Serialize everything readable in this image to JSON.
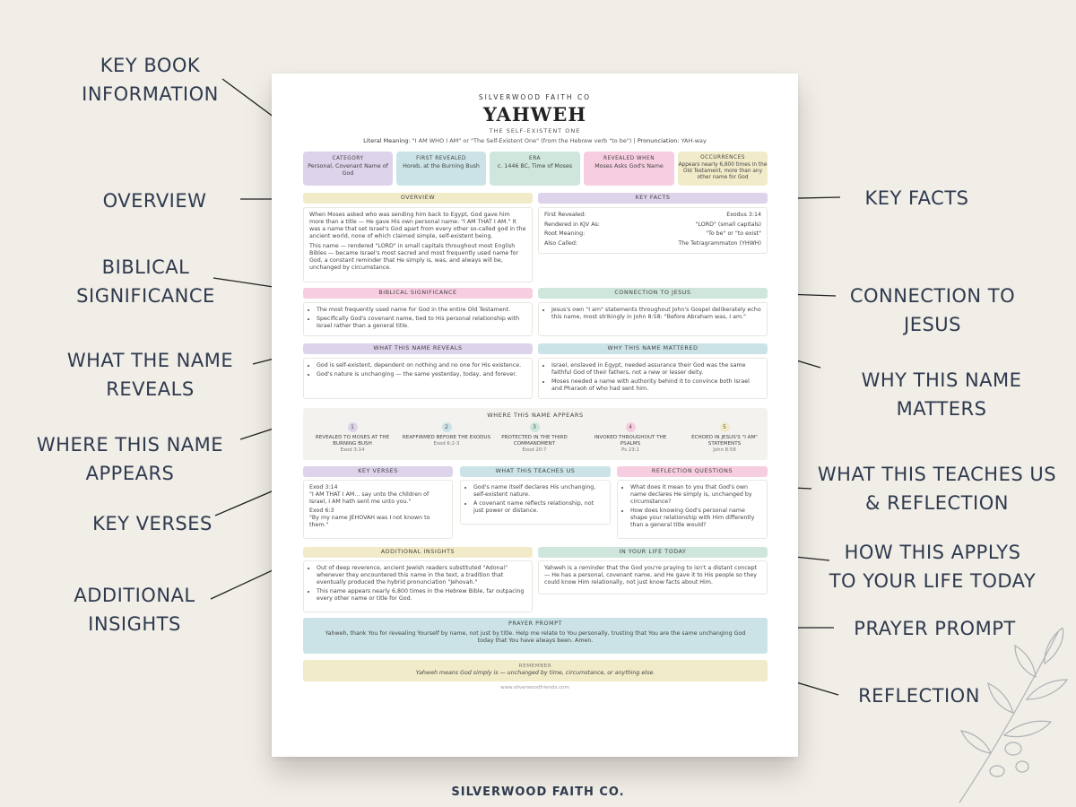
{
  "callouts": {
    "key_book": [
      "KEY BOOK",
      "INFORMATION"
    ],
    "overview": "OVERVIEW",
    "biblical": [
      "BIBLICAL",
      "SIGNIFICANCE"
    ],
    "what_reveals": [
      "WHAT THE NAME",
      "REVEALS"
    ],
    "where_appears": [
      "WHERE THIS NAME",
      "APPEARS"
    ],
    "key_verses": "KEY VERSES",
    "additional": [
      "ADDITIONAL",
      "INSIGHTS"
    ],
    "key_facts": "KEY FACTS",
    "connection": [
      "CONNECTION TO",
      "JESUS"
    ],
    "why_matters": [
      "WHY THIS NAME",
      "MATTERS"
    ],
    "teaches": [
      "WHAT THIS TEACHES US",
      "& REFLECTION"
    ],
    "applys": [
      "HOW THIS APPLYS",
      "TO YOUR LIFE TODAY"
    ],
    "prayer": "PRAYER PROMPT",
    "reflection": "REFLECTION"
  },
  "sheet": {
    "brand": "SILVERWOOD FAITH CO",
    "title": "YAHWEH",
    "subtitle": "THE SELF-EXISTENT ONE",
    "literal_label": "Literal Meaning:",
    "literal_value": "\"I AM WHO I AM\" or \"The Self-Existent One\" (from the Hebrew verb \"to be\")",
    "separator": "|",
    "pron_label": "Pronunciation:",
    "pron_value": "YAH-way",
    "info": [
      {
        "label": "CATEGORY",
        "value": "Personal, Covenant Name of God"
      },
      {
        "label": "FIRST REVEALED",
        "value": "Horeb, at the Burning Bush"
      },
      {
        "label": "ERA",
        "value": "c. 1446 BC, Time of Moses"
      },
      {
        "label": "REVEALED WHEN",
        "value": "Moses Asks God's Name"
      },
      {
        "label": "OCCURRENCES",
        "value": "Appears nearly 6,800 times in the Old Testament, more than any other name for God"
      }
    ],
    "overview": {
      "heading": "OVERVIEW",
      "p1": "When Moses asked who was sending him back to Egypt, God gave him more than a title — He gave His own personal name: \"I AM THAT I AM.\" It was a name that set Israel's God apart from every other so-called god in the ancient world, none of which claimed simple, self-existent being.",
      "p2": "This name — rendered \"LORD\" in small capitals throughout most English Bibles — became Israel's most sacred and most frequently used name for God, a constant reminder that He simply is, was, and always will be, unchanged by circumstance."
    },
    "key_facts": {
      "heading": "KEY FACTS",
      "rows": [
        {
          "k": "First Revealed:",
          "v": "Exodus 3:14"
        },
        {
          "k": "Rendered in KJV As:",
          "v": "\"LORD\" (small capitals)"
        },
        {
          "k": "Root Meaning:",
          "v": "\"To be\" or \"to exist\""
        },
        {
          "k": "Also Called:",
          "v": "The Tetragrammaton (YHWH)"
        }
      ]
    },
    "biblical": {
      "heading": "BIBLICAL SIGNIFICANCE",
      "items": [
        "The most frequently used name for God in the entire Old Testament.",
        "Specifically God's covenant name, tied to His personal relationship with Israel rather than a general title."
      ]
    },
    "connection": {
      "heading": "CONNECTION TO JESUS",
      "items": [
        "Jesus's own \"I am\" statements throughout John's Gospel deliberately echo this name, most strikingly in John 8:58: \"Before Abraham was, I am.\""
      ]
    },
    "reveals": {
      "heading": "WHAT THIS NAME REVEALS",
      "items": [
        "God is self-existent, dependent on nothing and no one for His existence.",
        "God's nature is unchanging — the same yesterday, today, and forever."
      ]
    },
    "mattered": {
      "heading": "WHY THIS NAME MATTERED",
      "items": [
        "Israel, enslaved in Egypt, needed assurance their God was the same faithful God of their fathers, not a new or lesser deity.",
        "Moses needed a name with authority behind it to convince both Israel and Pharaoh of who had sent him."
      ]
    },
    "appears": {
      "heading": "WHERE THIS NAME APPEARS",
      "items": [
        {
          "n": "1",
          "text": "REVEALED TO MOSES AT THE BURNING BUSH",
          "ref": "Exod 3:14",
          "color": "#ddd3ea"
        },
        {
          "n": "2",
          "text": "REAFFIRMED BEFORE THE EXODUS",
          "ref": "Exod 6:2-3",
          "color": "#cbe3e6"
        },
        {
          "n": "3",
          "text": "PROTECTED IN THE THIRD COMMANDMENT",
          "ref": "Exod 20:7",
          "color": "#cfe6dc"
        },
        {
          "n": "4",
          "text": "INVOKED THROUGHOUT THE PSALMS",
          "ref": "Ps 23:1",
          "color": "#f7cde0"
        },
        {
          "n": "5",
          "text": "ECHOED IN JESUS'S \"I AM\" STATEMENTS",
          "ref": "John 8:58",
          "color": "#f2ebc9"
        }
      ]
    },
    "verses": {
      "heading": "KEY VERSES",
      "r1": "Exod 3:14",
      "t1": "\"I AM THAT I AM... say unto the children of Israel, I AM hath sent me unto you.\"",
      "r2": "Exod 6:3",
      "t2": "\"By my name JEHOVAH was I not known to them.\""
    },
    "teaches": {
      "heading": "WHAT THIS TEACHES US",
      "items": [
        "God's name itself declares His unchanging, self-existent nature.",
        "A covenant name reflects relationship, not just power or distance."
      ]
    },
    "reflection_q": {
      "heading": "REFLECTION QUESTIONS",
      "items": [
        "What does it mean to you that God's own name declares He simply is, unchanged by circumstance?",
        "How does knowing God's personal name shape your relationship with Him differently than a general title would?"
      ]
    },
    "insights": {
      "heading": "ADDITIONAL INSIGHTS",
      "items": [
        "Out of deep reverence, ancient Jewish readers substituted \"Adonai\" whenever they encountered this name in the text, a tradition that eventually produced the hybrid pronunciation \"Jehovah.\"",
        "This name appears nearly 6,800 times in the Hebrew Bible, far outpacing every other name or title for God."
      ]
    },
    "life": {
      "heading": "IN YOUR LIFE TODAY",
      "text": "Yahweh is a reminder that the God you're praying to isn't a distant concept — He has a personal, covenant name, and He gave it to His people so they could know Him relationally, not just know facts about Him."
    },
    "prayer": {
      "heading": "PRAYER PROMPT",
      "text": "Yahweh, thank You for revealing Yourself by name, not just by title. Help me relate to You personally, trusting that You are the same unchanging God today that You have always been. Amen."
    },
    "remember": {
      "heading": "REMEMBER",
      "text": "Yahweh means God simply is — unchanged by time, circumstance, or anything else."
    },
    "site": "www.silverwoodfriends.com"
  },
  "footer": "SILVERWOOD FAITH CO.",
  "colors": {
    "purple": "#ddd3ea",
    "blue": "#cbe3e6",
    "green": "#cfe6dc",
    "pink": "#f7cde0",
    "yellow": "#f2ebc9",
    "callout_text": "#2e3a4e"
  }
}
